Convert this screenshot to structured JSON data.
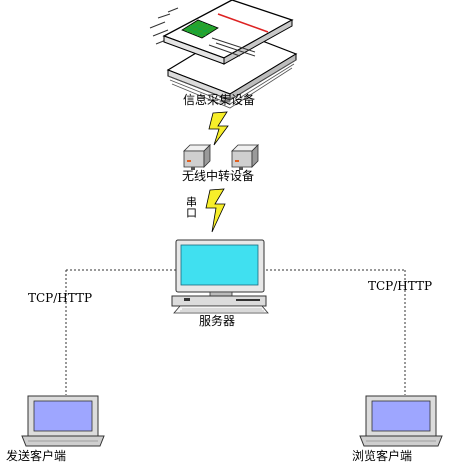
{
  "diagram": {
    "nodes": {
      "device": {
        "label": "信息采集设备",
        "icon": "printer-icon"
      },
      "relay": {
        "label": "无线中转设备",
        "icon": "radio-module-icon"
      },
      "port": {
        "label": "串口",
        "icon": "serial-port-icon"
      },
      "server": {
        "label": "服务器",
        "icon": "desktop-computer-icon"
      },
      "left_client": {
        "label": "发送客户端",
        "icon": "laptop-icon"
      },
      "right_client": {
        "label": "浏览客户端",
        "icon": "laptop-icon"
      }
    },
    "edges": {
      "left_protocol": "TCP/HTTP",
      "right_protocol": "TCP/HTTP"
    },
    "colors": {
      "screen": "#40e0f0",
      "laptop_screen": "#9ea6ff",
      "lightning": "#f7ee2a",
      "device_grid": "#2aa22a",
      "device_red_line": "#dd2222"
    }
  }
}
